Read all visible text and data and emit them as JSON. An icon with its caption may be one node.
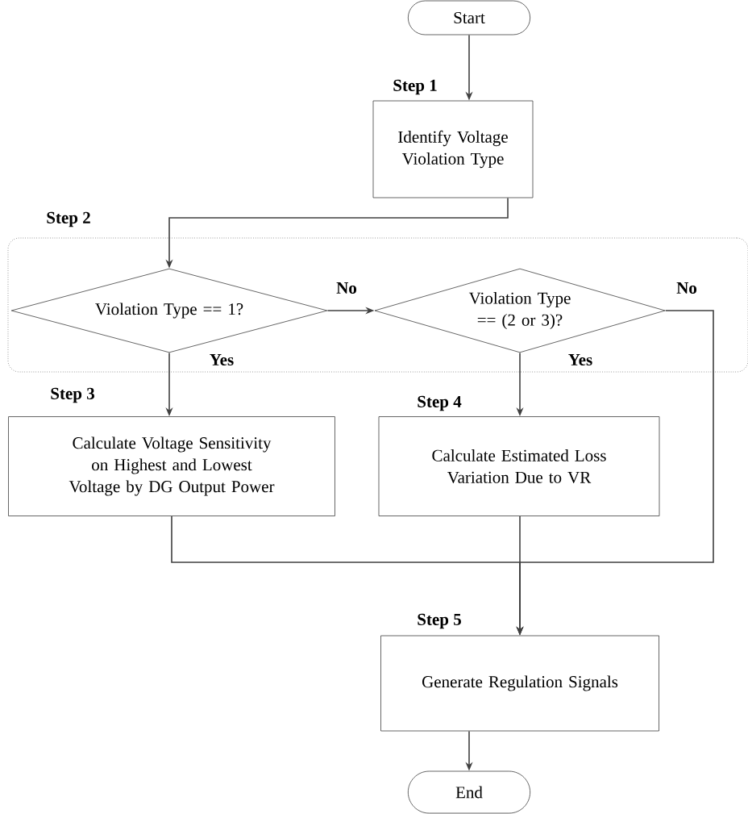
{
  "diagram": {
    "nodes": [
      {
        "text": [
          "Start"
        ]
      },
      {
        "text": [
          "Identify Voltage Violation Type"
        ],
        "beside": [
          "Step 1"
        ]
      },
      {
        "text": [
          "Step 2"
        ]
      },
      {
        "text": [
          "Violation Type == 1?"
        ],
        "in": 2
      },
      {
        "text": [
          "Violation Type == (2 or 3)?"
        ],
        "in": 2
      },
      {
        "text": [
          "Calculate Voltage Sensitivity on Highest and Lowest Voltage by DG Output Power"
        ],
        "beside": [
          "Step 3"
        ]
      },
      {
        "text": [
          "Calculate Estimated Loss Variation Due to VR"
        ],
        "beside": [
          "Step 4"
        ]
      },
      {
        "text": [
          "Generate Regulation Signals"
        ],
        "beside": [
          "Step 5"
        ]
      },
      {
        "text": [
          "End"
        ]
      }
    ],
    "edges": [
      {
        "from": 0,
        "to": 1,
        "arrow": "to"
      },
      {
        "from": 1,
        "to": 3,
        "arrow": "to"
      },
      {
        "from": 3,
        "to": 4,
        "arrow": "to",
        "label": "No"
      },
      {
        "from": 3,
        "to": 5,
        "arrow": "to",
        "label": "Yes"
      },
      {
        "from": 4,
        "to": 6,
        "arrow": "to",
        "label": "Yes"
      },
      {
        "from": 4,
        "to": 7,
        "arrow": "to",
        "label": "No"
      },
      {
        "from": 5,
        "to": 7,
        "arrow": "to"
      },
      {
        "from": 6,
        "to": 7,
        "arrow": "to"
      },
      {
        "from": 7,
        "to": 8,
        "arrow": "to"
      }
    ]
  }
}
